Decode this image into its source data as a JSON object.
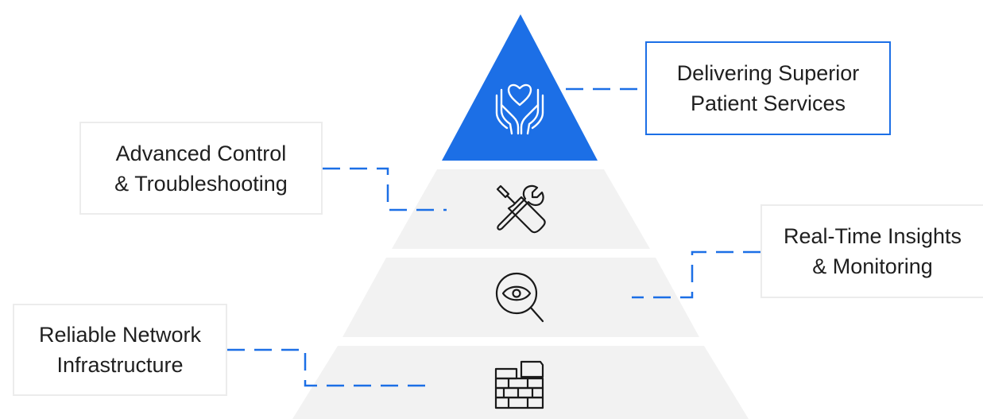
{
  "colors": {
    "accent": "#1c6fe6",
    "tier_fill": "#f2f2f2",
    "box_border": "#ececec",
    "icon_stroke": "#1a1a1a",
    "text": "#1f1f1f"
  },
  "tiers": [
    {
      "level": 1,
      "icon": "heart-hands-icon",
      "label_lines": [
        "Delivering Superior",
        "Patient Services"
      ],
      "highlighted": true
    },
    {
      "level": 2,
      "icon": "tools-icon",
      "label_lines": [
        "Advanced Control",
        "& Troubleshooting"
      ],
      "highlighted": false
    },
    {
      "level": 3,
      "icon": "eye-search-icon",
      "label_lines": [
        "Real-Time Insights",
        "& Monitoring"
      ],
      "highlighted": false
    },
    {
      "level": 4,
      "icon": "brick-wall-icon",
      "label_lines": [
        "Reliable Network",
        "Infrastructure"
      ],
      "highlighted": false
    }
  ]
}
